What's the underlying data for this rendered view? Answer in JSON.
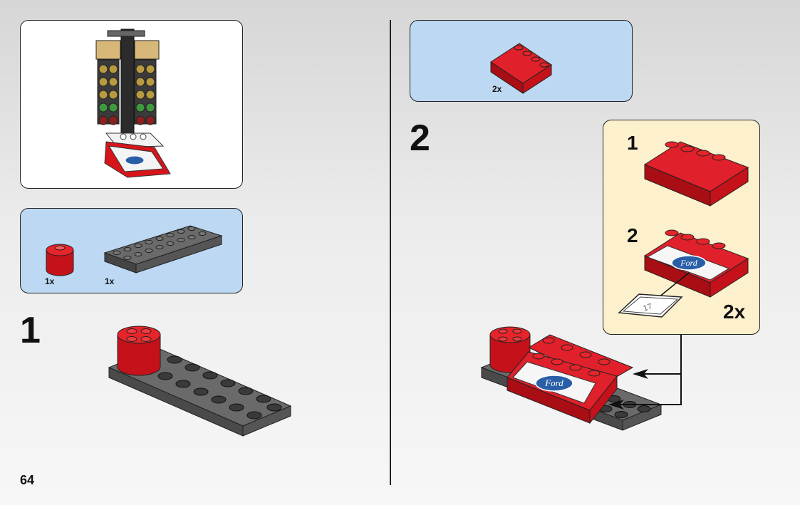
{
  "page": {
    "number": "64"
  },
  "left": {
    "preview_model": {
      "name": "drag-race-christmas-tree-model"
    },
    "parts_list": {
      "items": [
        {
          "qty": "1x",
          "part": "red-round-brick-icon"
        },
        {
          "qty": "1x",
          "part": "dark-gray-plate-2x8-icon"
        }
      ]
    },
    "step": {
      "number": "1"
    }
  },
  "right": {
    "parts_list": {
      "items": [
        {
          "qty": "2x",
          "part": "red-slope-brick-icon"
        }
      ]
    },
    "step": {
      "number": "2"
    },
    "sub_assembly": {
      "sub_steps": [
        {
          "number": "1"
        },
        {
          "number": "2"
        }
      ],
      "multiplier": "2x",
      "sticker_number": "17",
      "logo_text": "Ford"
    }
  },
  "colors": {
    "part_red": "#d8141b",
    "plate_gray": "#5a5a5a",
    "parts_bg": "#bcd8f2",
    "subassembly_bg": "#fdf0cc"
  }
}
